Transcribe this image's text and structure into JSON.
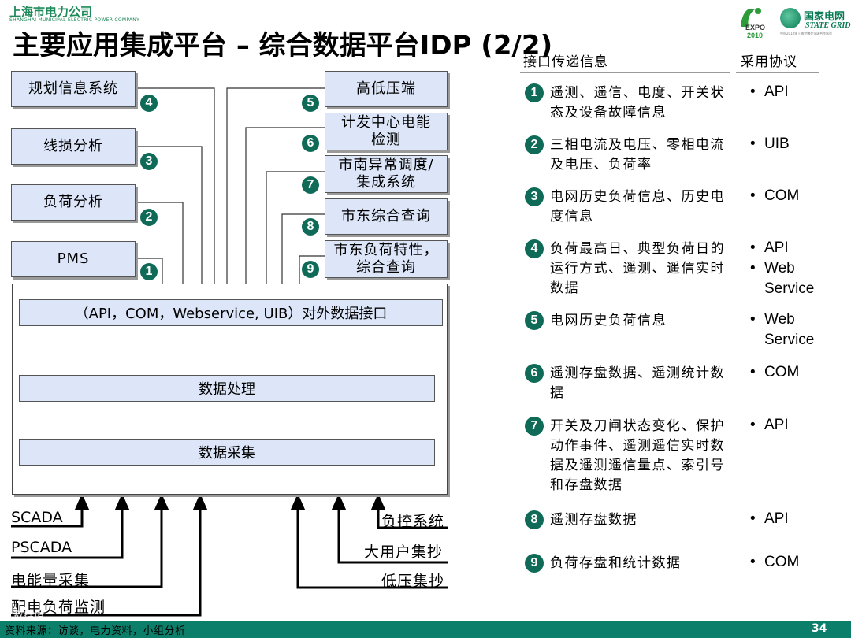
{
  "header": {
    "company_cn": "上海市电力公司",
    "company_en": "SHANGHAI MUNICIPAL ELECTRIC POWER COMPANY",
    "title": "主要应用集成平台 – 综合数据平台IDP (2/2)",
    "expo_text": "EXPO 2010",
    "state_grid_cn": "国家电网",
    "state_grid_en": "STATE GRID",
    "state_grid_small": "中国2010年上海世博会全球合作伙伴"
  },
  "left_systems": [
    {
      "label": "规划信息系统",
      "num": "4"
    },
    {
      "label": "线损分析",
      "num": "3"
    },
    {
      "label": "负荷分析",
      "num": "2"
    },
    {
      "label": "PMS",
      "num": "1"
    }
  ],
  "right_systems": [
    {
      "label": "高低压端",
      "num": "5"
    },
    {
      "label": "计发中心电能检测",
      "num": "6"
    },
    {
      "label": "市南异常调度/集成系统",
      "num": "7"
    },
    {
      "label": "市东综合查询",
      "num": "8"
    },
    {
      "label": "市东负荷特性，综合查询",
      "num": "9"
    }
  ],
  "platform": {
    "interface_bar": "（API，COM，Webservice, UIB）对外数据接口",
    "process_bar": "数据处理",
    "collect_bar": "数据采集"
  },
  "sources_left": [
    "SCADA",
    "PSCADA",
    "电能量采集",
    "配电负荷监测"
  ],
  "sources_right": [
    "负控系统",
    "大用户集抄",
    "低压集抄"
  ],
  "table": {
    "col1_header": "接口传递信息",
    "col2_header": "采用协议",
    "rows": [
      {
        "num": "1",
        "info": "遥测、遥信、电度、开关状态及设备故障信息",
        "protocols": [
          "API"
        ]
      },
      {
        "num": "2",
        "info": "三相电流及电压、零相电流及电压、负荷率",
        "protocols": [
          "UIB"
        ]
      },
      {
        "num": "3",
        "info": "电网历史负荷信息、历史电度信息",
        "protocols": [
          "COM"
        ]
      },
      {
        "num": "4",
        "info": "负荷最高日、典型负荷日的运行方式、遥测、遥信实时数据",
        "protocols": [
          "API",
          "Web Service"
        ]
      },
      {
        "num": "5",
        "info": "电网历史负荷信息",
        "protocols": [
          "Web Service"
        ]
      },
      {
        "num": "6",
        "info": "遥测存盘数据、遥测统计数据",
        "protocols": [
          "COM"
        ]
      },
      {
        "num": "7",
        "info": "开关及刀闸状态变化、保护动作事件、遥测遥信实时数据及遥测遥信量点、索引号和存盘数据",
        "protocols": [
          "API"
        ]
      },
      {
        "num": "8",
        "info": "遥测存盘数据",
        "protocols": [
          "API"
        ]
      },
      {
        "num": "9",
        "info": "负荷存盘和统计数据",
        "protocols": [
          "COM"
        ]
      }
    ]
  },
  "footer": {
    "source": "资料来源：访谈，电力资料，小组分析",
    "page": "34",
    "watermark": "大数据境"
  },
  "colors": {
    "box_fill": "#dce6f8",
    "badge": "#0f6b57",
    "footer": "#0c7f6a"
  }
}
